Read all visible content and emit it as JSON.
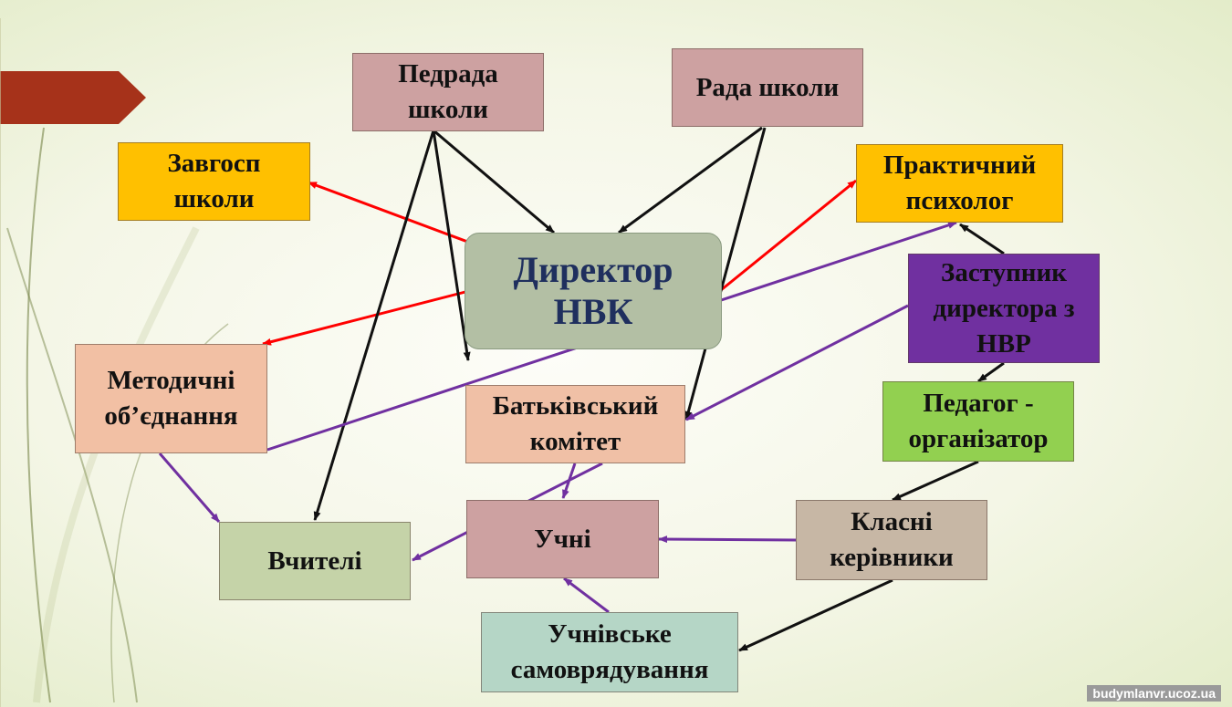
{
  "colors": {
    "arrow_red": "#ff0000",
    "arrow_black": "#111111",
    "arrow_purple": "#7030a0",
    "banner": "#a6321a",
    "director_text": "#1f2f5e"
  },
  "nodes": {
    "pedrada": {
      "label": "Педрада\nшколи",
      "fill": "#cda1a1"
    },
    "rada": {
      "label": "Рада школи",
      "fill": "#cda1a1"
    },
    "zavhosp": {
      "label": "Завгосп\nшколи",
      "fill": "#ffc000"
    },
    "psykholoh": {
      "label": "Практичний\nпсихолог",
      "fill": "#ffc000"
    },
    "director": {
      "label": "Директор\nНВК",
      "fill": "#b3bfa4"
    },
    "zastupnyk": {
      "label": "Заступник\nдиректора з\nНВР",
      "fill": "#7030a0"
    },
    "metodychni": {
      "label": "Методичні\nоб’єднання",
      "fill": "#f2c0a4"
    },
    "batkivskyi": {
      "label": "Батьківський\nкомітет",
      "fill": "#f0c0a6"
    },
    "pedahoh": {
      "label": "Педагог -\nорганізатор",
      "fill": "#92d050"
    },
    "vchyteli": {
      "label": "Вчителі",
      "fill": "#c5d3a8"
    },
    "uchni": {
      "label": "Учні",
      "fill": "#cda1a1"
    },
    "klasni": {
      "label": "Класні\nкерівники",
      "fill": "#c7b7a5"
    },
    "samovriaduvannia": {
      "label": "Учнівське\nсамоврядування",
      "fill": "#b5d6c6"
    }
  },
  "edges": [
    {
      "from": "director",
      "to": "zavhosp",
      "color": "red"
    },
    {
      "from": "director",
      "to": "metodychni",
      "color": "red"
    },
    {
      "from": "director",
      "to": "psykholoh",
      "color": "red"
    },
    {
      "from": "pedrada",
      "to": "director",
      "color": "black"
    },
    {
      "from": "pedrada",
      "to": "vchyteli",
      "color": "black"
    },
    {
      "from": "pedrada",
      "to": "batkivskyi",
      "color": "black"
    },
    {
      "from": "rada",
      "to": "director",
      "color": "black"
    },
    {
      "from": "rada",
      "to": "batkivskyi",
      "color": "black"
    },
    {
      "from": "zastupnyk",
      "to": "psykholoh",
      "color": "black"
    },
    {
      "from": "zastupnyk",
      "to": "pedahoh",
      "color": "black"
    },
    {
      "from": "pedahoh",
      "to": "klasni",
      "color": "black"
    },
    {
      "from": "klasni",
      "to": "samovriaduvannia",
      "color": "black"
    },
    {
      "from": "metodychni",
      "to": "psykholoh",
      "color": "purple"
    },
    {
      "from": "metodychni",
      "to": "vchyteli",
      "color": "purple"
    },
    {
      "from": "zastupnyk",
      "to": "batkivskyi",
      "color": "purple"
    },
    {
      "from": "batkivskyi",
      "to": "uchni",
      "color": "purple"
    },
    {
      "from": "batkivskyi",
      "to": "vchyteli",
      "color": "purple"
    },
    {
      "from": "klasni",
      "to": "uchni",
      "color": "purple"
    },
    {
      "from": "samovriaduvannia",
      "to": "uchni",
      "color": "purple"
    }
  ],
  "watermark": "budymlanvr.ucoz.ua"
}
